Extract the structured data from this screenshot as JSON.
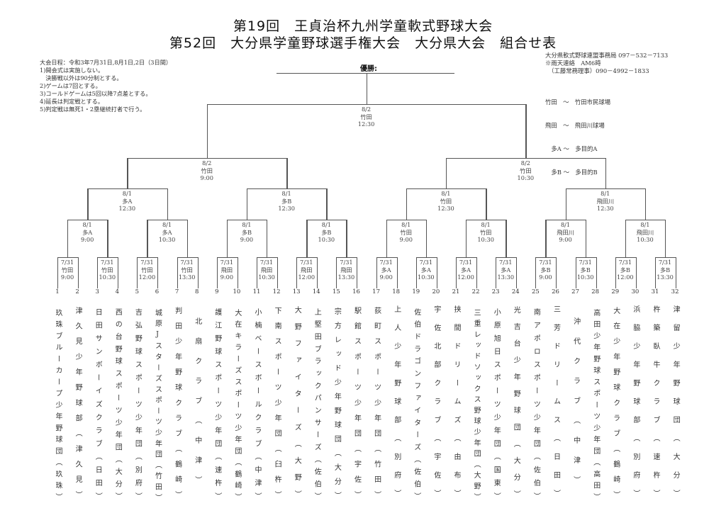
{
  "header": {
    "title_line1": "第19回　王貞治杯九州学童軟式野球大会",
    "title_line2": "第52回　大分県学童野球選手権大会　大分県大会　組合せ表"
  },
  "notes": [
    "大会日程：令和3年7月31日,8月1日,2日（3日間）",
    "1)開会式は実施しない。",
    "　決勝戦以外は90分制とする。",
    "2)ゲームは7回とする。",
    "3)コールドゲームは5回以降7点差とする。",
    "4)延長は判定戦とする。",
    "5)判定戦は無死1・2塁継続打者で行う。"
  ],
  "contact": [
    "大分県軟式野球連盟事務局 097－532－7133",
    "※雨天連絡　AM6時",
    "　（工藤常務理事）090－4992－1833"
  ],
  "venues": [
    "竹田　～　竹田市民球場",
    "飛田　～　飛田川球場",
    "　多A ～　多目的A",
    "　多B ～　多目的B"
  ],
  "winner_label": "優勝:",
  "final": {
    "date": "8/2",
    "venue": "竹田",
    "time": "12:30"
  },
  "semifinals": [
    {
      "date": "8/2",
      "venue": "竹田",
      "time": "9:00"
    },
    {
      "date": "8/2",
      "venue": "竹田",
      "time": "10:30"
    }
  ],
  "quarterfinals": [
    {
      "date": "8/1",
      "venue": "多A",
      "time": "12:30"
    },
    {
      "date": "8/1",
      "venue": "多B",
      "time": "12:30"
    },
    {
      "date": "8/1",
      "venue": "竹田",
      "time": "12:30"
    },
    {
      "date": "8/1",
      "venue": "飛田川",
      "time": "12:30"
    }
  ],
  "round2": [
    {
      "date": "8/1",
      "venue": "多A",
      "time": "9:00"
    },
    {
      "date": "8/1",
      "venue": "多A",
      "time": "10:30"
    },
    {
      "date": "8/1",
      "venue": "多B",
      "time": "9:00"
    },
    {
      "date": "8/1",
      "venue": "多B",
      "time": "10:30"
    },
    {
      "date": "8/1",
      "venue": "竹田",
      "time": "9:00"
    },
    {
      "date": "8/1",
      "venue": "竹田",
      "time": "10:30"
    },
    {
      "date": "8/1",
      "venue": "飛田川",
      "time": "9:00"
    },
    {
      "date": "8/1",
      "venue": "飛田川",
      "time": "10:30"
    }
  ],
  "round1": [
    {
      "date": "7/31",
      "venue": "竹田",
      "time": "9:00"
    },
    {
      "date": "7/31",
      "venue": "竹田",
      "time": "10:30"
    },
    {
      "date": "7/31",
      "venue": "竹田",
      "time": "12:00"
    },
    {
      "date": "7/31",
      "venue": "竹田",
      "time": "13:30"
    },
    {
      "date": "7/31",
      "venue": "飛田",
      "time": "9:00"
    },
    {
      "date": "7/31",
      "venue": "飛田",
      "time": "10:30"
    },
    {
      "date": "7/31",
      "venue": "飛田",
      "time": "12:00"
    },
    {
      "date": "7/31",
      "venue": "飛田",
      "time": "13:30"
    },
    {
      "date": "7/31",
      "venue": "多A",
      "time": "9:00"
    },
    {
      "date": "7/31",
      "venue": "多A",
      "time": "10:30"
    },
    {
      "date": "7/31",
      "venue": "多A",
      "time": "12:00"
    },
    {
      "date": "7/31",
      "venue": "多A",
      "time": "13:30"
    },
    {
      "date": "7/31",
      "venue": "多B",
      "time": "9:00"
    },
    {
      "date": "7/31",
      "venue": "多B",
      "time": "10:30"
    },
    {
      "date": "7/31",
      "venue": "多B",
      "time": "12:00"
    },
    {
      "date": "7/31",
      "venue": "多B",
      "time": "13:30"
    }
  ],
  "teams": [
    {
      "no": "1",
      "name": "玖珠ブルーカープ少年野球団",
      "region": "（玖珠）"
    },
    {
      "no": "2",
      "name": "津久見少年野球部",
      "region": "（津久見）"
    },
    {
      "no": "3",
      "name": "日田サンボーイズクラブ",
      "region": "（日田）"
    },
    {
      "no": "4",
      "name": "西の台野球スポーツ少年団",
      "region": "（大分）"
    },
    {
      "no": "5",
      "name": "吉弘野球スポーツ少年団",
      "region": "（別府）"
    },
    {
      "no": "6",
      "name": "城原Jスターズスポーツ少年団",
      "region": "（竹田）"
    },
    {
      "no": "7",
      "name": "判田少年野球クラブ",
      "region": "（鶴崎）"
    },
    {
      "no": "8",
      "name": "北扇クラブ",
      "region": "（中津）"
    },
    {
      "no": "9",
      "name": "護江野球スポーツ少年団",
      "region": "（速杵）"
    },
    {
      "no": "10",
      "name": "大在キラーズスポーツ少年団",
      "region": "（鶴崎）"
    },
    {
      "no": "11",
      "name": "小楠ベースボールクラブ",
      "region": "（中津）"
    },
    {
      "no": "12",
      "name": "下南スポーツ少年団",
      "region": "（臼杵）"
    },
    {
      "no": "13",
      "name": "大野ファイターズ",
      "region": "（大野）"
    },
    {
      "no": "14",
      "name": "上堅田ブラックパンサーズ",
      "region": "（佐伯）"
    },
    {
      "no": "15",
      "name": "宗方レッド少年野球団",
      "region": "（大分）"
    },
    {
      "no": "16",
      "name": "駅館スポーツ少年団",
      "region": "（宇佐）"
    },
    {
      "no": "17",
      "name": "荻町スポーツ少年団",
      "region": "（竹田）"
    },
    {
      "no": "18",
      "name": "上人少年野球部",
      "region": "（別府）"
    },
    {
      "no": "19",
      "name": "佐伯ドラゴンファイターズ",
      "region": "（佐伯）"
    },
    {
      "no": "20",
      "name": "宇佐北部クラブ",
      "region": "（宇佐）"
    },
    {
      "no": "21",
      "name": "挟間ドリームズ",
      "region": "（由布）"
    },
    {
      "no": "22",
      "name": "三重レッドソックス野球少年団",
      "region": "（大野）"
    },
    {
      "no": "23",
      "name": "小原旭日スポーツ少年団",
      "region": "（国東）"
    },
    {
      "no": "24",
      "name": "光吉台少年野球団",
      "region": "（大分）"
    },
    {
      "no": "25",
      "name": "南アポロスポーツ少年団",
      "region": "（佐伯）"
    },
    {
      "no": "26",
      "name": "三芳ドリームス",
      "region": "（日田）"
    },
    {
      "no": "27",
      "name": "沖代クラブ",
      "region": "（中津）"
    },
    {
      "no": "28",
      "name": "高田少年野球スポーツ少年団",
      "region": "（高田）"
    },
    {
      "no": "29",
      "name": "大在少年野球クラブ",
      "region": "（鶴崎）"
    },
    {
      "no": "30",
      "name": "浜脇少年野球部",
      "region": "（別府）"
    },
    {
      "no": "31",
      "name": "杵築臥牛クラブ",
      "region": "（速杵）"
    },
    {
      "no": "32",
      "name": "津留少年野球団",
      "region": "（大分）"
    }
  ],
  "colors": {
    "line": "#555555",
    "text": "#333333",
    "title": "#111111"
  }
}
